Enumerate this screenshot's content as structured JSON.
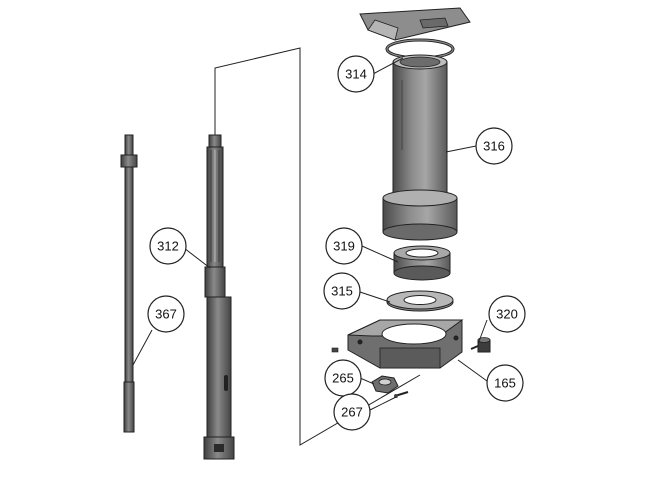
{
  "callouts": {
    "c314": "314",
    "c316": "316",
    "c312": "312",
    "c319": "319",
    "c315": "315",
    "c320": "320",
    "c367": "367",
    "c265": "265",
    "c165": "165",
    "c267": "267"
  },
  "colors": {
    "metal_dark": "#555555",
    "metal_mid": "#7a7a7a",
    "metal_light": "#a9a9a9",
    "metal_highlight": "#c8c8c8",
    "outline": "#222222"
  }
}
